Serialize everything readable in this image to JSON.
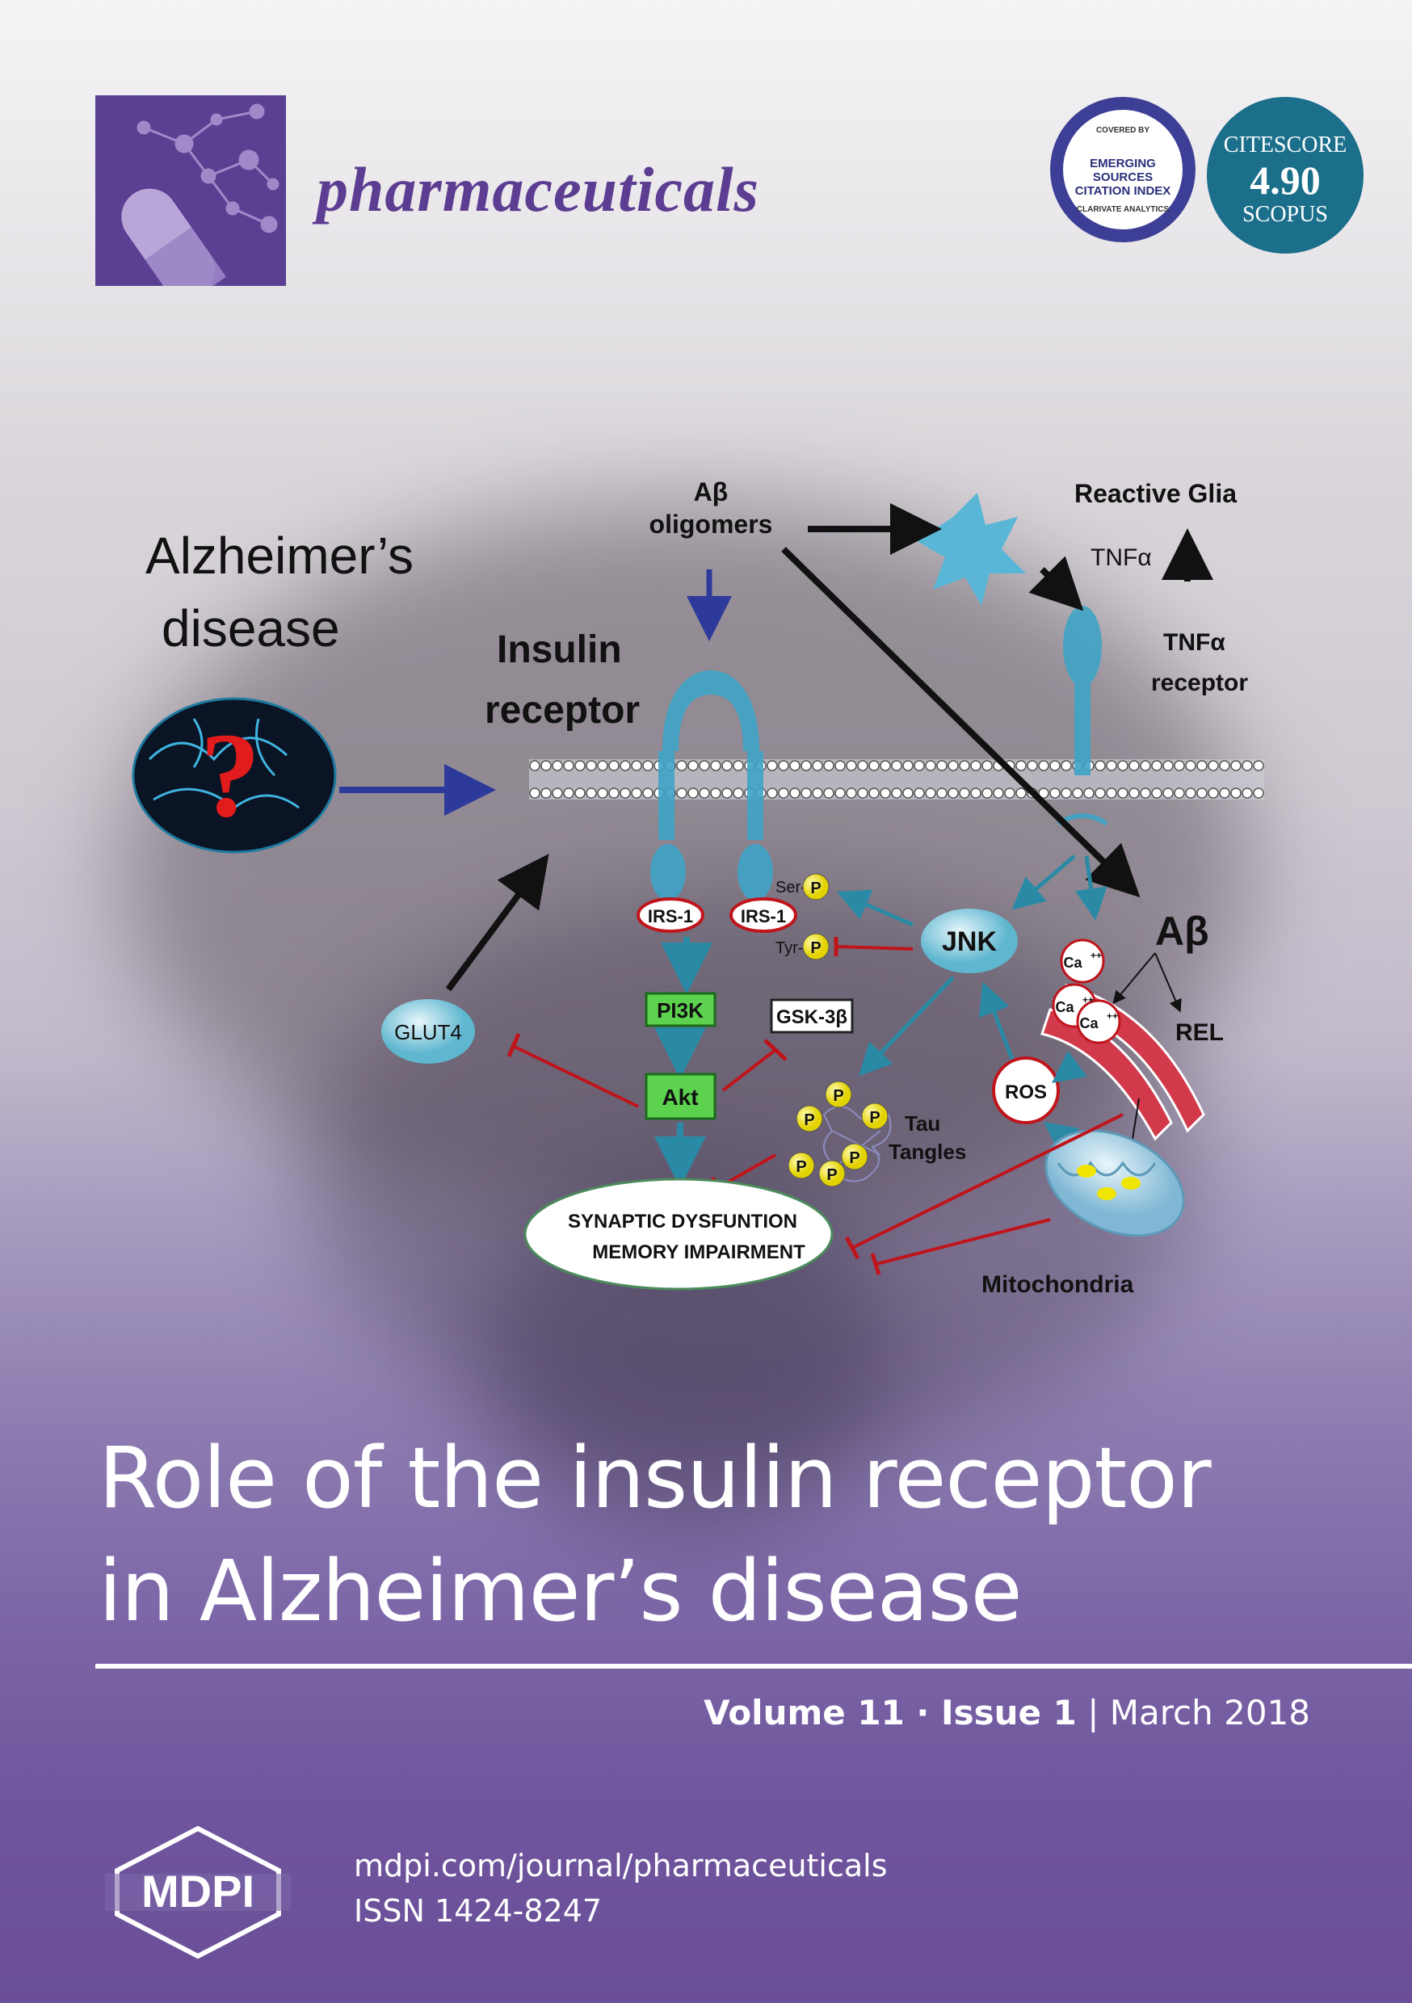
{
  "journal": {
    "name": "pharmaceuticals"
  },
  "badges": {
    "esci": {
      "top": "COVERED BY",
      "lines": [
        "EMERGING",
        "SOURCES",
        "CITATION INDEX"
      ],
      "bottom": "CLARIVATE ANALYTICS"
    },
    "citescore": {
      "label": "CITESCORE",
      "value": "4.90",
      "source": "SCOPUS"
    }
  },
  "diagram": {
    "disease_line1": "Alzheimer’s",
    "disease_line2": "disease",
    "receptor_line1": "Insulin",
    "receptor_line2": "receptor",
    "abeta_line1": "Aβ",
    "abeta_line2": "oligomers",
    "reactive_glia": "Reactive Glia",
    "tnfa": "TNFα",
    "tnfa_receptor_line1": "TNFα",
    "tnfa_receptor_line2": "receptor",
    "irs1": "IRS-1",
    "ser": "Ser-",
    "tyr": "Tyr-",
    "p": "P",
    "jnk": "JNK",
    "abeta": "Aβ",
    "ca": "Ca",
    "ca_sup": "++",
    "rel": "REL",
    "pi3k": "PI3K",
    "gsk": "GSK-3β",
    "glut4": "GLUT4",
    "akt": "Akt",
    "ros": "ROS",
    "tau_line1": "Tau",
    "tau_line2": "Tangles",
    "synaptic_line1": "SYNAPTIC DYSFUNTION",
    "synaptic_line2": "MEMORY IMPAIRMENT",
    "mitochondria": "Mitochondria",
    "question": "?"
  },
  "title": {
    "line1": "Role of the insulin receptor",
    "line2": "in Alzheimer’s disease"
  },
  "issue": {
    "volume": "Volume 11",
    "sep": " · ",
    "issue": "Issue 1",
    "divider": " | ",
    "date": "March 2018"
  },
  "publisher": {
    "logo": "MDPI",
    "url": "mdpi.com/journal/pharmaceuticals",
    "issn": "ISSN 1424-8247"
  },
  "colors": {
    "purple": "#5b3f93",
    "teal": "#1b6f8b",
    "navy": "#3c3f95"
  }
}
